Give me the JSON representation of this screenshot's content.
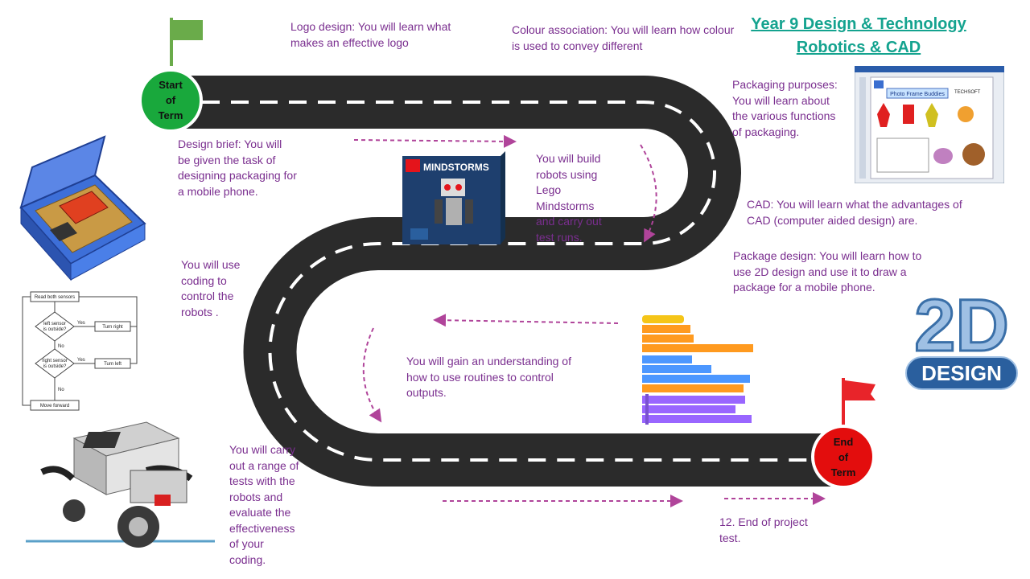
{
  "title": {
    "line1": "Year 9 Design & Technology",
    "line2": "Robotics & CAD"
  },
  "markers": {
    "start": [
      "Start",
      "of",
      "Term"
    ],
    "end": [
      "End",
      "of",
      "Term"
    ]
  },
  "notes": {
    "logo_design": "Logo design: You will learn what\nmakes an effective logo",
    "colour_association": "Colour association: You will learn how colour\nis used to convey different",
    "packaging_purposes": "Packaging purposes:\nYou will learn about\nthe various functions\nof packaging.",
    "design_brief": "Design brief: You will\nbe given the task of\ndesigning packaging for\na mobile phone.",
    "build_robots": "You will build\nrobots using\nLego\nMindstorms\nand carry out\ntest runs.",
    "cad": "CAD: You will learn what the advantages of\nCAD (computer aided design) are.",
    "coding": "You will use\ncoding to\ncontrol the\nrobots .",
    "package_design": "Package design: You will learn how to\nuse 2D design and use it to draw a\npackage for a mobile phone.",
    "routines": "You will gain an understanding of\nhow to use routines to control\noutputs.",
    "tests": "You will carry\nout a range of\ntests with the\nrobots and\nevaluate the\neffectiveness\nof your\ncoding.",
    "end_test": "12. End of project\ntest."
  },
  "images": {
    "mindstorms_box": {
      "brand": "MINDSTORMS"
    },
    "logo_2d": {
      "big": "2D",
      "small": "DESIGN"
    },
    "cad_window": {
      "heading": "Photo Frame Buddies",
      "badge": "TECHSOFT"
    },
    "flowchart": {
      "start": "Read both sensors",
      "q1": "left sensor\nis outside?",
      "a1": "Turn right",
      "q2": "right sensor\nis outside?",
      "a2": "Turn left",
      "end": "Move forward",
      "yes": "Yes",
      "no": "No"
    }
  },
  "colors": {
    "road": "#2b2b2b",
    "start_marker": "#19a83c",
    "end_marker": "#e30d0d",
    "start_flag": "#6aab4a",
    "end_flag": "#e8242a",
    "note_text": "#7a2e8f",
    "title": "#14a38f",
    "arrow": "#b0449a"
  }
}
